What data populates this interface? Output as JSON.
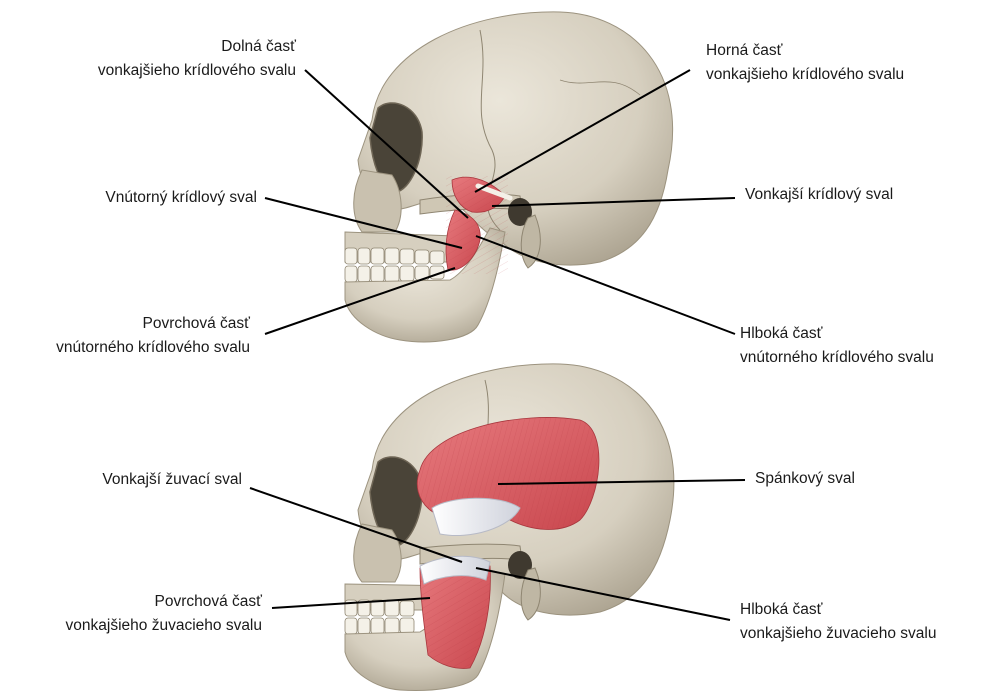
{
  "labels": {
    "lower_lateral_pterygoid": [
      "Dolná časť",
      "vonkajšieho krídlového svalu"
    ],
    "upper_lateral_pterygoid": [
      "Horná časť",
      "vonkajšieho krídlového svalu"
    ],
    "medial_pterygoid": "Vnútorný krídlový sval",
    "lateral_pterygoid": "Vonkajší krídlový sval",
    "superficial_medial_pterygoid": [
      "Povrchová časť",
      "vnútorného krídlového svalu"
    ],
    "deep_medial_pterygoid": [
      "Hlboká časť",
      "vnútorného krídlového svalu"
    ],
    "masseter": "Vonkajší žuvací sval",
    "temporalis": "Spánkový sval",
    "superficial_masseter": [
      "Povrchová časť",
      "vonkajšieho žuvacieho svalu"
    ],
    "deep_masseter": [
      "Hlboká časť",
      "vonkajšieho žuvacieho svalu"
    ]
  },
  "colors": {
    "bone": "#d9d3c4",
    "bone_shadow": "#b4ab98",
    "muscle": "#d9575d",
    "tendon": "#e8e8ee",
    "leader_line": "#000000"
  }
}
